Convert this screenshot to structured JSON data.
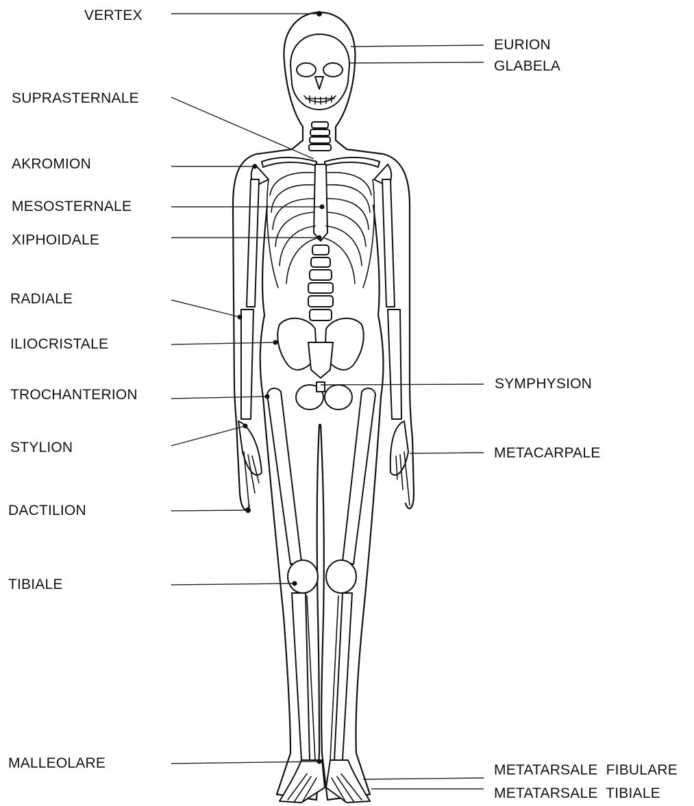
{
  "labels_left": {
    "vertex": "VERTEX",
    "suprasternale": "SUPRASTERNALE",
    "akromion": "AKROMION",
    "mesosternale": "MESOSTERNALE",
    "xiphoidale": "XIPHOIDALE",
    "radiale": "RADIALE",
    "iliocristale": "ILIOCRISTALE",
    "trochanterion": "TROCHANTERION",
    "stylion": "STYLION",
    "dactilion": "DACTILION",
    "tibiale": "TIBIALE",
    "malleolare": "MALLEOLARE"
  },
  "labels_right": {
    "eurion": "EURION",
    "glabela": "GLABELA",
    "symphysion": "SYMPHYSION",
    "metacarpale": "METACARPALE",
    "metatarsale_fibulare": "METATARSALE  FIBULARE",
    "metatarsale_tibiale": "METATARSALE  TIBIALE"
  }
}
